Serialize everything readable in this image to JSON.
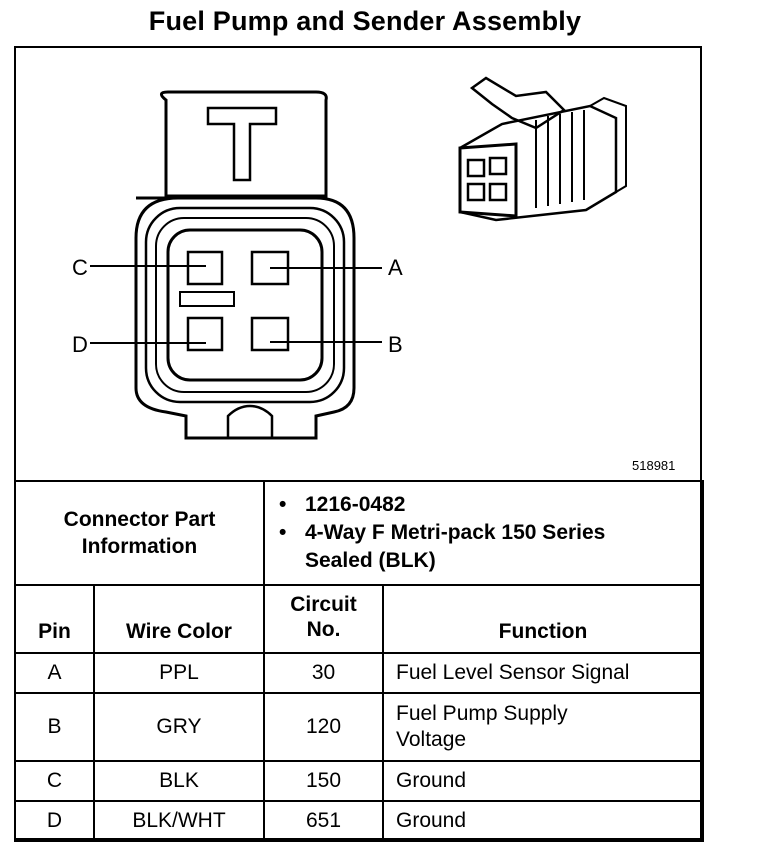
{
  "title": "Fuel Pump and Sender Assembly",
  "diagram": {
    "pin_labels": {
      "a": "A",
      "b": "B",
      "c": "C",
      "d": "D"
    },
    "figure_number": "518981"
  },
  "connector_info": {
    "label_line1": "Connector Part",
    "label_line2": "Information",
    "items": [
      {
        "text": "1216-0482"
      },
      {
        "line1": "4-Way F Metri-pack 150 Series",
        "line2": "Sealed (BLK)"
      }
    ]
  },
  "table": {
    "headers": {
      "pin": "Pin",
      "wire_color": "Wire Color",
      "circuit_line1": "Circuit",
      "circuit_line2": "No.",
      "function": "Function"
    },
    "rows": [
      {
        "pin": "A",
        "wire_color": "PPL",
        "circuit": "30",
        "function_line1": "Fuel Level Sensor Signal",
        "function_line2": ""
      },
      {
        "pin": "B",
        "wire_color": "GRY",
        "circuit": "120",
        "function_line1": "Fuel Pump Supply",
        "function_line2": "Voltage"
      },
      {
        "pin": "C",
        "wire_color": "BLK",
        "circuit": "150",
        "function_line1": "Ground",
        "function_line2": ""
      },
      {
        "pin": "D",
        "wire_color": "BLK/WHT",
        "circuit": "651",
        "function_line1": "Ground",
        "function_line2": ""
      }
    ]
  }
}
